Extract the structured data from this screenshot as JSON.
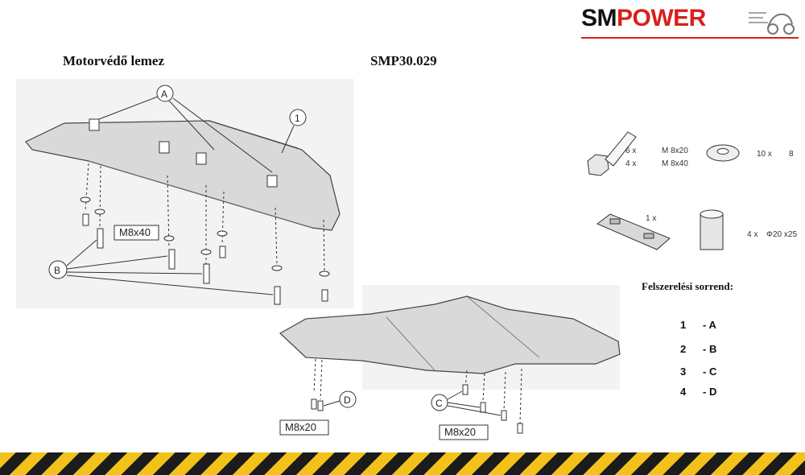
{
  "logo": {
    "part1": "SM",
    "part2": "POWER",
    "brand_red": "#d8201c"
  },
  "header": {
    "title": "Motorvédő lemez",
    "code": "SMP30.029"
  },
  "diagram_left": {
    "callout_a": "A",
    "callout_b": "B",
    "callout_1": "1",
    "bolt_label": "M8x40"
  },
  "diagram_right": {
    "callout_c": "C",
    "callout_d": "D",
    "bolt_label_d": "M8x20",
    "bolt_label_c": "M8x20"
  },
  "hardware": {
    "bolt_qty_1": "6 x",
    "bolt_size_1": "M 8x20",
    "bolt_qty_2": "4 x",
    "bolt_size_2": "M 8x40",
    "washer_qty": "10 x",
    "washer_size": "8",
    "plate_qty": "1 x",
    "spacer_qty": "4 x",
    "spacer_size": "Φ20 x25"
  },
  "sequence": {
    "title": "Felszerelési sorrend:",
    "steps": [
      {
        "num": "1",
        "label": "- A"
      },
      {
        "num": "2",
        "label": "- B"
      },
      {
        "num": "3",
        "label": "- C"
      },
      {
        "num": "4",
        "label": "- D"
      }
    ]
  },
  "colors": {
    "plate_fill": "#d9d9d9",
    "background_tint": "#f3f3f3",
    "stripe_yellow": "#f2c21b",
    "stripe_black": "#1b1b1b"
  }
}
